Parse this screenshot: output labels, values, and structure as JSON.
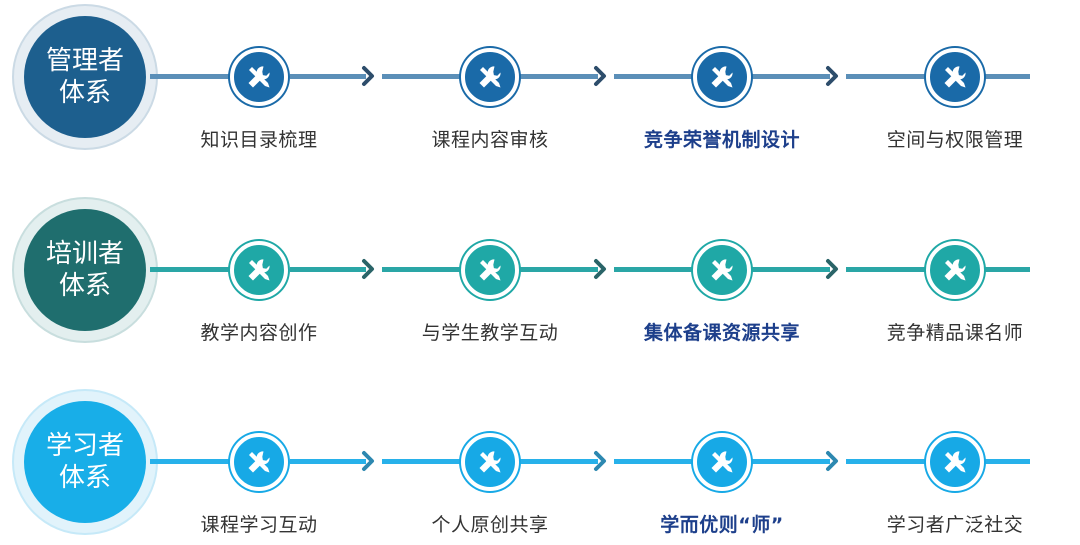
{
  "rows": [
    {
      "hub": {
        "line1": "管理者",
        "line2": "体系"
      },
      "colors": {
        "hub": "#1d5f8e",
        "hub_ring": "#e6edf3",
        "line": "#5b8fb8",
        "node": "#1a6aa8",
        "arrow": "#2d4d6b"
      },
      "steps": [
        "知识目录梳理",
        "课程内容审核",
        "竞争荣誉机制设计",
        "空间与权限管理"
      ]
    },
    {
      "hub": {
        "line1": "培训者",
        "line2": "体系"
      },
      "colors": {
        "hub": "#1f6e6e",
        "hub_ring": "#e3efef",
        "line": "#2aa6a6",
        "node": "#1fa8a6",
        "arrow": "#2a6468"
      },
      "steps": [
        "教学内容创作",
        "与学生教学互动",
        "集体备课资源共享",
        "竞争精品课名师"
      ]
    },
    {
      "hub": {
        "line1": "学习者",
        "line2": "体系"
      },
      "colors": {
        "hub": "#18aee8",
        "hub_ring": "#e1f3fb",
        "line": "#27b1ea",
        "node": "#17a9e6",
        "arrow": "#2d88b0"
      },
      "steps": [
        "课程学习互动",
        "个人原创共享",
        "学而优则“师”",
        "学习者广泛社交"
      ]
    }
  ],
  "highlight_step_index": 2,
  "highlight_color": "#1d3f8b",
  "icon": "tools-icon"
}
